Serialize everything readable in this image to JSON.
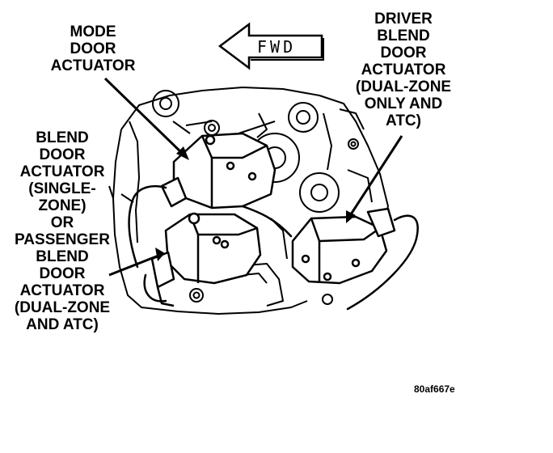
{
  "fwd_label": "FWD",
  "labels": {
    "mode": [
      "MODE",
      "DOOR",
      "ACTUATOR"
    ],
    "blend": [
      "BLEND",
      "DOOR",
      "ACTUATOR",
      "(SINGLE-",
      "ZONE)",
      "OR",
      "PASSENGER",
      "BLEND",
      "DOOR",
      "ACTUATOR",
      "(DUAL-ZONE",
      "AND ATC)"
    ],
    "driver": [
      "DRIVER",
      "BLEND",
      "DOOR",
      "ACTUATOR",
      "(DUAL-ZONE",
      "ONLY AND",
      "ATC)"
    ]
  },
  "figure_id": "80af667e"
}
